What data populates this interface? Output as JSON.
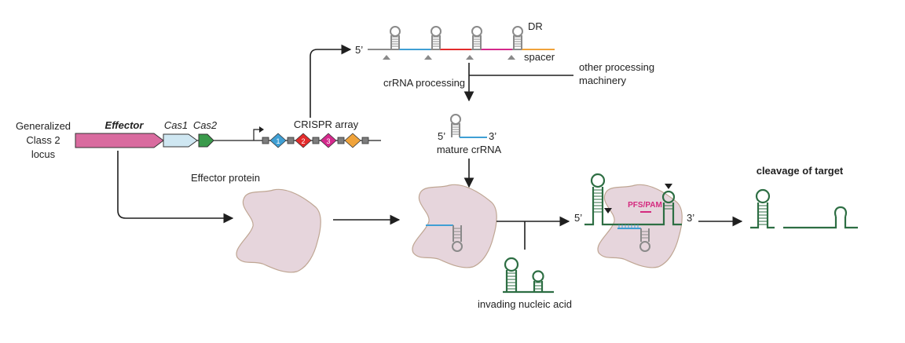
{
  "colors": {
    "effector_gene": "#d96b9f",
    "cas1_gene": "#cfe7f2",
    "cas2_gene": "#3a9a4b",
    "spacer_blue": "#3f9fd4",
    "spacer_red": "#e32b2b",
    "spacer_magenta": "#d4298c",
    "spacer_orange": "#f0a33a",
    "target_green": "#2d6e43",
    "protein_fill": "#e6d5dc",
    "pfs_pam": "#d4297e"
  },
  "locus": {
    "title_lines": [
      "Generalized",
      "Class 2",
      "locus"
    ],
    "effector_label": "Effector",
    "cas1_label": "Cas1",
    "cas2_label": "Cas2",
    "crispr_label": "CRISPR array",
    "spacer_numbers": [
      "1",
      "2",
      "3"
    ]
  },
  "array": {
    "five_prime": "5’",
    "dr_label": "DR",
    "spacer_label": "spacer"
  },
  "processing": {
    "crrna_processing": "crRNA processing",
    "other_lines": [
      "other processing",
      "machinery"
    ]
  },
  "mature": {
    "five_prime": "5’",
    "three_prime": "3’",
    "label": "mature crRNA"
  },
  "protein": {
    "label": "Effector protein"
  },
  "invading": {
    "label": "invading nucleic acid"
  },
  "target": {
    "five_prime": "5’",
    "three_prime": "3’",
    "pfs_pam": "PFS/PAM",
    "cleavage_label": "cleavage of target"
  }
}
